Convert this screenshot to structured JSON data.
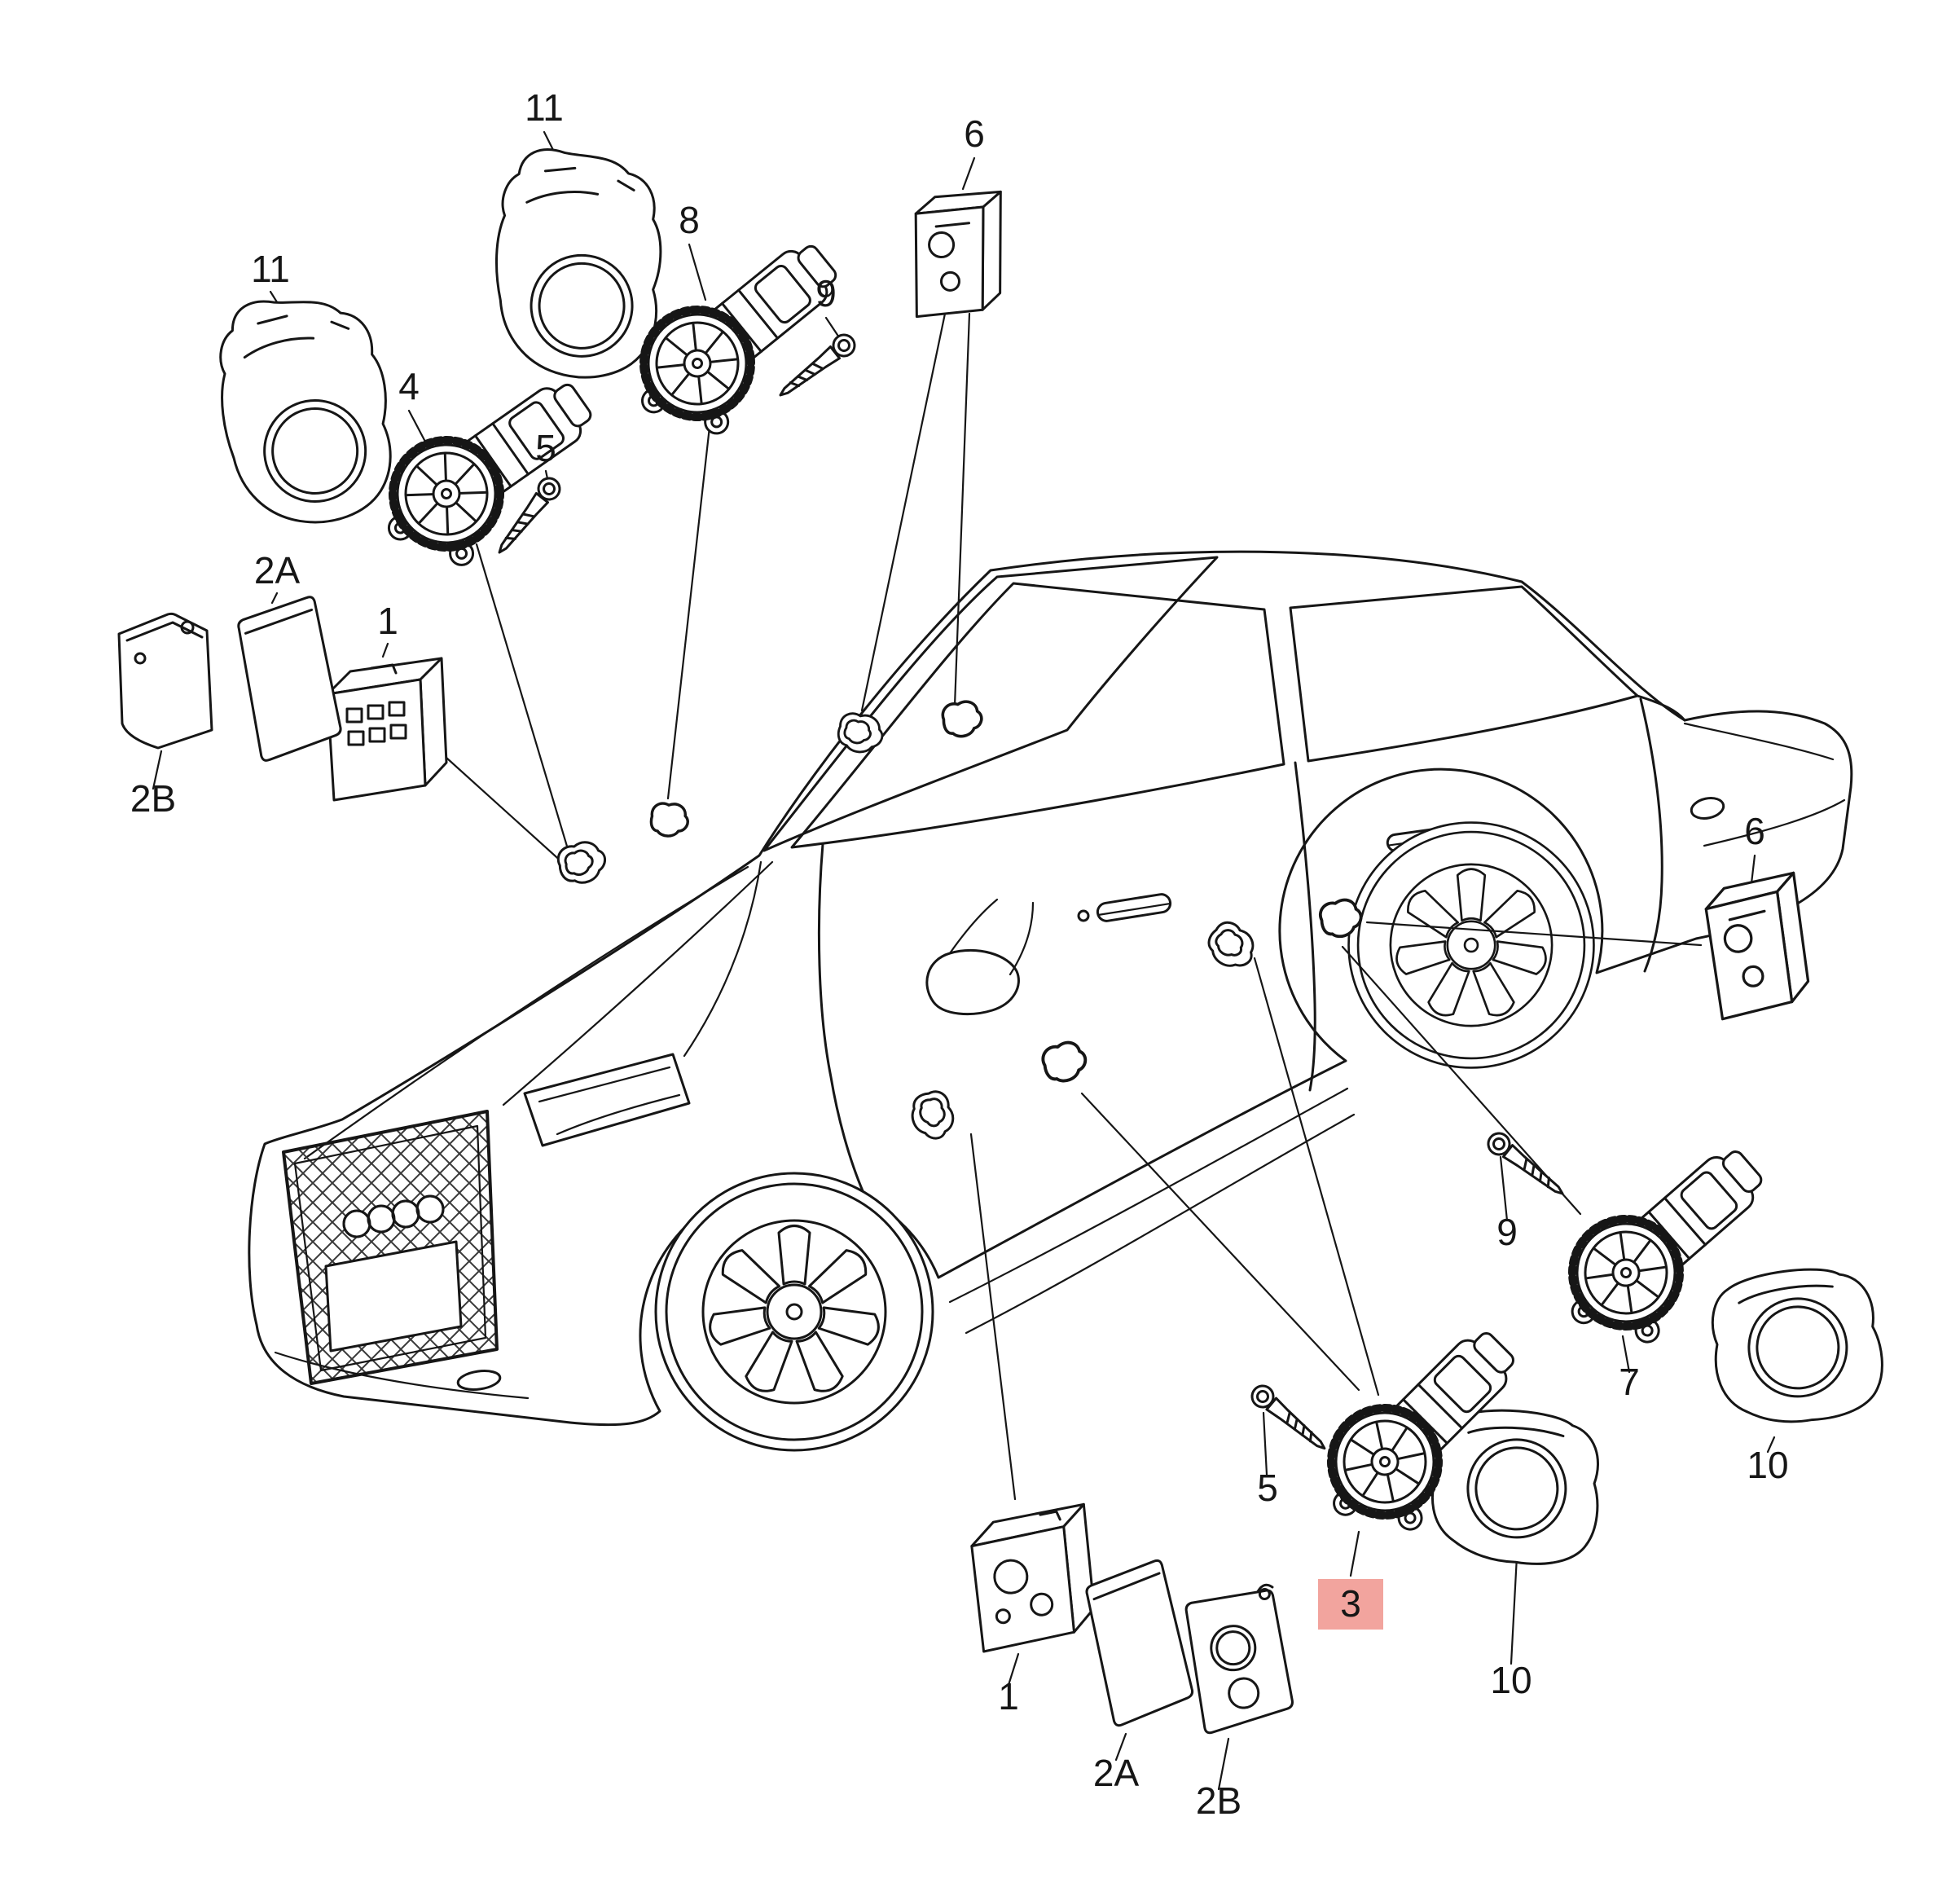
{
  "colors": {
    "background": "#ffffff",
    "line": "#161616"
  },
  "highlight": {
    "background": "#f2a49e",
    "text_color": "#8f1d1d"
  },
  "callouts": [
    {
      "label": "11"
    },
    {
      "label": "11"
    },
    {
      "label": "8"
    },
    {
      "label": "6"
    },
    {
      "label": "9"
    },
    {
      "label": "4"
    },
    {
      "label": "5"
    },
    {
      "label": "2A"
    },
    {
      "label": "1"
    },
    {
      "label": "2B"
    },
    {
      "label": "6"
    },
    {
      "label": "9"
    },
    {
      "label": "7"
    },
    {
      "label": "10"
    },
    {
      "label": "5"
    },
    {
      "label": "3",
      "highlighted": true
    },
    {
      "label": "1"
    },
    {
      "label": "10"
    },
    {
      "label": "2A"
    },
    {
      "label": "2B"
    }
  ]
}
